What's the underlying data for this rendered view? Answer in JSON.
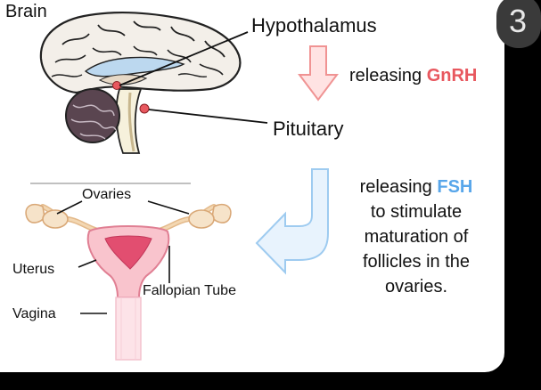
{
  "labels": {
    "brain": "Brain",
    "hypothalamus": "Hypothalamus",
    "pituitary": "Pituitary",
    "ovaries": "Ovaries",
    "uterus": "Uterus",
    "fallopian_tube": "Fallopian Tube",
    "vagina": "Vagina"
  },
  "step1": {
    "prefix": "releasing ",
    "hormone": "GnRH"
  },
  "step2": {
    "prefix": "releasing ",
    "hormone": "FSH",
    "line2": "to stimulate",
    "line3": "maturation of",
    "line4": "follicles in the",
    "line5": "ovaries."
  },
  "badge": "3",
  "colors": {
    "gnrh": "#e8585f",
    "fsh": "#58a6ea",
    "background": "#000000",
    "panel": "#ffffff"
  }
}
